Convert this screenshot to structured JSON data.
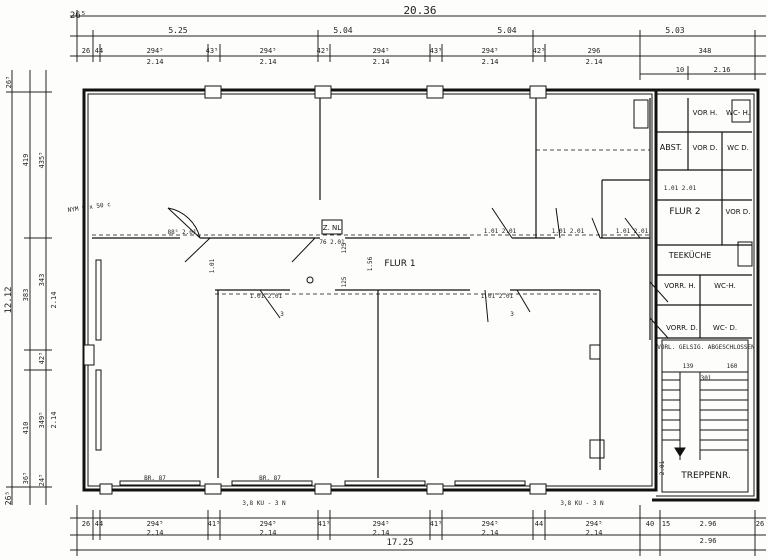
{
  "overall": {
    "top": "20.36",
    "bottom": "17.25",
    "left": "12.12"
  },
  "top_corner": "26⁵",
  "top_segments": [
    "5.25",
    "5.04",
    "5.04",
    "5.03"
  ],
  "top_details": [
    "26",
    "44",
    "294⁵",
    "43⁵",
    "294⁵",
    "42⁵",
    "294⁵",
    "43⁵",
    "294⁵",
    "42⁵",
    "296",
    "348"
  ],
  "top_sub": [
    "2.14",
    "2.14",
    "2.14",
    "2.14",
    "2.14"
  ],
  "top_right_small": [
    "10",
    "2.16"
  ],
  "bottom_details": [
    "26",
    "44",
    "294⁵",
    "41⁵",
    "294⁵",
    "41⁵",
    "294⁵",
    "41⁵",
    "294⁵",
    "44",
    "294⁵",
    "40",
    "15",
    "2.96",
    "26"
  ],
  "bottom_sub": [
    "2.14",
    "2.14",
    "2.14",
    "2.14",
    "2.14",
    "2.96"
  ],
  "bottom_corner": "26⁵",
  "left_dims": [
    "26⁵",
    "419",
    "435⁵",
    "383",
    "343",
    "2.14",
    "42⁵",
    "410",
    "349⁵",
    "2.14",
    "36⁵",
    "24⁵"
  ],
  "left_note": "NYM\n9 x 50 c",
  "rooms": {
    "flur1": "FLUR 1",
    "flur2": "FLUR 2",
    "teekueche": "TEEKÜCHE",
    "treppenr": "TREPPENR.",
    "abst": "ABST.",
    "vor_h": "VOR H.",
    "wc_h": "WC- H.",
    "vor_d": "VOR D.",
    "wc_d": "WC D.",
    "vorr_h": "VORR. H.",
    "wc_h2": "WC-H.",
    "vorr_d": "VORR. D.",
    "wc_d2": "WC- D.",
    "vor_small": "VOR D.",
    "znl": "Z. NL"
  },
  "door_labels": [
    "88⁵ 2.01",
    "76 2.01",
    "1.01 2.01",
    "1.01 2.01",
    "1.01 2.01",
    "1.01 2.01",
    "1.01 2.01",
    "1.01 2.01"
  ],
  "misc_labels": [
    "125",
    "1.56",
    "125",
    "1.01",
    "3",
    "3",
    "BR. 87",
    "BR. 87",
    "3,8 KU - 3 N",
    "3,8 KU - 3 N",
    "VORL. GELSIG. ABGESCHLOSSEN",
    "301",
    "139",
    "160",
    "2.01"
  ]
}
